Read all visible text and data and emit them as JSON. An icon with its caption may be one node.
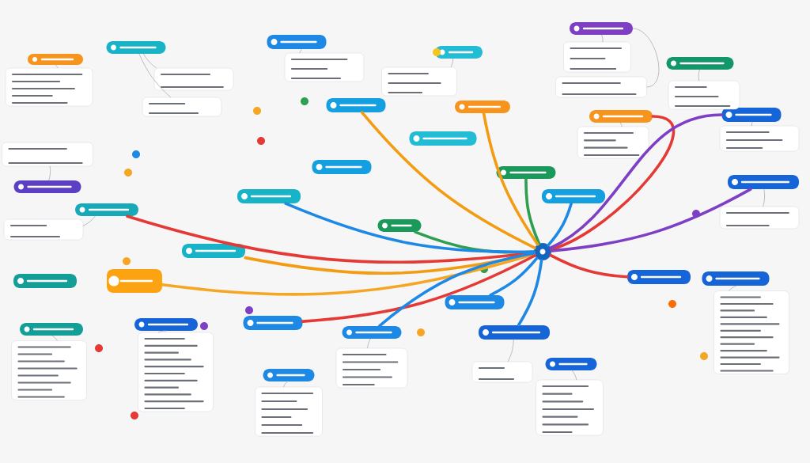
{
  "diagram": {
    "nodes": [
      {
        "text": [],
        "shape": "circle"
      },
      {
        "text": [],
        "shape": "box"
      },
      {
        "text": [],
        "shape": "box"
      },
      {
        "text": [],
        "shape": "box"
      },
      {
        "text": [],
        "shape": "box"
      },
      {
        "text": [],
        "shape": "box"
      },
      {
        "text": [],
        "shape": "box"
      },
      {
        "text": [],
        "shape": "box"
      },
      {
        "text": [],
        "shape": "box"
      },
      {
        "text": [],
        "shape": "box"
      },
      {
        "text": [],
        "shape": "box"
      },
      {
        "text": [],
        "shape": "box"
      },
      {
        "text": [],
        "shape": "box"
      },
      {
        "text": [],
        "shape": "box"
      },
      {
        "text": [],
        "shape": "box"
      },
      {
        "text": [],
        "shape": "box"
      },
      {
        "text": [],
        "shape": "box"
      },
      {
        "text": [],
        "shape": "box"
      },
      {
        "text": [],
        "shape": "box"
      },
      {
        "text": [],
        "shape": "box"
      },
      {
        "text": [],
        "shape": "box"
      },
      {
        "text": [],
        "shape": "box"
      },
      {
        "text": [],
        "shape": "box"
      },
      {
        "text": [],
        "shape": "box"
      },
      {
        "text": [],
        "shape": "box"
      },
      {
        "text": [],
        "shape": "box"
      },
      {
        "text": [],
        "shape": "box"
      },
      {
        "text": [],
        "shape": "box"
      },
      {
        "text": [],
        "shape": "box"
      },
      {
        "text": [],
        "shape": "box"
      },
      {
        "text": [],
        "shape": "box"
      },
      {
        "text": [],
        "shape": "box"
      },
      {
        "text": [],
        "shape": "box"
      },
      {
        "text": [],
        "shape": "box"
      },
      {
        "text": [],
        "shape": "box"
      },
      {
        "text": [],
        "shape": "box"
      },
      {
        "text": [],
        "shape": "box"
      },
      {
        "text": [],
        "shape": "box"
      },
      {
        "text": [],
        "shape": "box"
      },
      {
        "text": [],
        "shape": "box"
      },
      {
        "text": [],
        "shape": "box"
      },
      {
        "text": [],
        "shape": "box"
      },
      {
        "text": [],
        "shape": "box"
      },
      {
        "text": [],
        "shape": "box"
      },
      {
        "text": [],
        "shape": "box"
      },
      {
        "text": [],
        "shape": "box"
      },
      {
        "text": [],
        "shape": "box"
      },
      {
        "text": [],
        "shape": "box"
      },
      {
        "text": [],
        "shape": "box"
      },
      {
        "text": [],
        "shape": "box"
      },
      {
        "text": [],
        "shape": "box"
      },
      {
        "text": [],
        "shape": "box"
      },
      {
        "text": [],
        "shape": "box"
      }
    ],
    "edges": [
      {
        "from": 0,
        "to": 7,
        "arrow": "none",
        "style": "thick",
        "color": "#f39c12"
      },
      {
        "from": 0,
        "to": 13,
        "arrow": "none",
        "style": "thick",
        "color": "#2e9e4f"
      },
      {
        "from": 0,
        "to": 19,
        "arrow": "none",
        "style": "thick",
        "color": "#2e9e4f"
      },
      {
        "from": 0,
        "to": 20,
        "arrow": "none",
        "style": "thick",
        "color": "#f39c12"
      },
      {
        "from": 0,
        "to": 21,
        "arrow": "none",
        "style": "thick",
        "color": "#f5a623"
      },
      {
        "from": 0,
        "to": 28,
        "arrow": "none",
        "style": "thick",
        "color": "#e53935"
      },
      {
        "from": 0,
        "to": 15,
        "arrow": "none",
        "style": "thick",
        "color": "#e53935"
      },
      {
        "from": 0,
        "to": 23,
        "arrow": "none",
        "style": "thick",
        "color": "#1e88e5"
      },
      {
        "from": 0,
        "to": 29,
        "arrow": "none",
        "style": "thick",
        "color": "#1e88e5"
      },
      {
        "from": 0,
        "to": 30,
        "arrow": "none",
        "style": "thick",
        "color": "#1e88e5"
      },
      {
        "from": 0,
        "to": 16,
        "arrow": "none",
        "style": "thick",
        "color": "#1e88e5"
      },
      {
        "from": 0,
        "to": 8,
        "arrow": "none",
        "style": "thick",
        "color": "#f39c12"
      },
      {
        "from": 0,
        "to": 9,
        "arrow": "none",
        "style": "thick",
        "color": "#e53935"
      },
      {
        "from": 0,
        "to": 10,
        "arrow": "none",
        "style": "thick",
        "color": "#7e3fc4"
      },
      {
        "from": 0,
        "to": 17,
        "arrow": "none",
        "style": "thick",
        "color": "#7e3fc4"
      },
      {
        "from": 0,
        "to": 24,
        "arrow": "none",
        "style": "thick",
        "color": "#e53935"
      },
      {
        "from": 0,
        "to": 18,
        "arrow": "none",
        "style": "thick",
        "color": "#1e88e5"
      },
      {
        "from": 1,
        "to": 33,
        "arrow": "none"
      },
      {
        "from": 2,
        "to": 34,
        "arrow": "none"
      },
      {
        "from": 2,
        "to": 35,
        "arrow": "none"
      },
      {
        "from": 3,
        "to": 36,
        "arrow": "none"
      },
      {
        "from": 5,
        "to": 37,
        "arrow": "none"
      },
      {
        "from": 4,
        "to": 38,
        "arrow": "none"
      },
      {
        "from": 4,
        "to": 39,
        "arrow": "none"
      },
      {
        "from": 6,
        "to": 40,
        "arrow": "none"
      },
      {
        "from": 9,
        "to": 41,
        "arrow": "none"
      },
      {
        "from": 10,
        "to": 42,
        "arrow": "none"
      },
      {
        "from": 17,
        "to": 43,
        "arrow": "none"
      },
      {
        "from": 14,
        "to": 44,
        "arrow": "none"
      },
      {
        "from": 15,
        "to": 45,
        "arrow": "none"
      },
      {
        "from": 26,
        "to": 46,
        "arrow": "none"
      },
      {
        "from": 27,
        "to": 47,
        "arrow": "none"
      },
      {
        "from": 31,
        "to": 48,
        "arrow": "none"
      },
      {
        "from": 29,
        "to": 49,
        "arrow": "none"
      },
      {
        "from": 30,
        "to": 50,
        "arrow": "none"
      },
      {
        "from": 32,
        "to": 51,
        "arrow": "none"
      },
      {
        "from": 25,
        "to": 52,
        "arrow": "none"
      }
    ]
  }
}
